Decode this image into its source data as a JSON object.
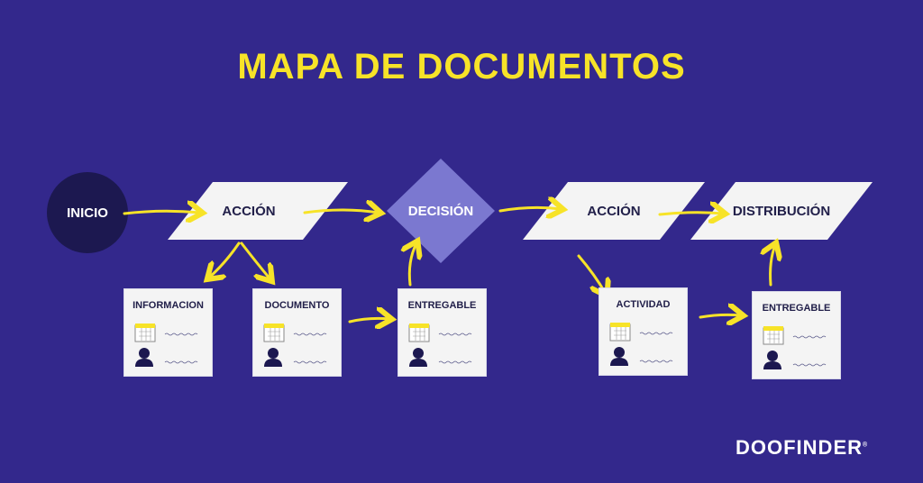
{
  "title": "MAPA DE DOCUMENTOS",
  "nodes": {
    "start": "INICIO",
    "action1": "ACCIÓN",
    "decision": "DECISIÓN",
    "action2": "ACCIÓN",
    "distribution": "DISTRIBUCIÓN"
  },
  "cards": [
    "INFORMACION",
    "DOCUMENTO",
    "ENTREGABLE",
    "ACTIVIDAD",
    "ENTREGABLE"
  ],
  "logo": "DOOFINDER",
  "colors": {
    "background": "#33288c",
    "accent": "#f7e328",
    "decision": "#7b78d0",
    "start": "#1c1850",
    "shape": "#f4f4f4"
  }
}
